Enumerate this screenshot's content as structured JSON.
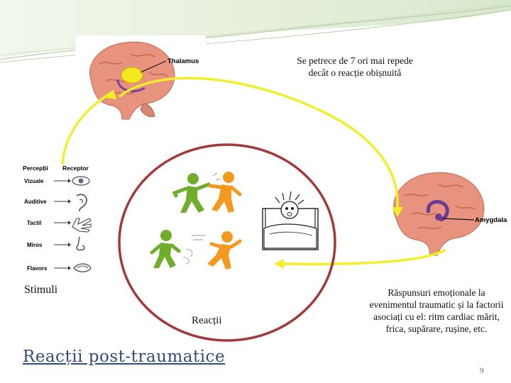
{
  "diagram": {
    "thalamus_label": "Thalamus",
    "amygdala_label": "Amygdala",
    "note": "Se petrece de 7 ori mai repede decât o reacție obișnuită",
    "sense_table": {
      "col_perception": "Percepții",
      "col_receptor": "Receptor",
      "rows": [
        "Vizuale",
        "Auditive",
        "Tactil",
        "Miros",
        "Flavors"
      ]
    },
    "stimuli_label": "Stimuli",
    "reactions_label": "Reacții",
    "title": "Reacții post-traumatice",
    "responses": "Răspunsuri emoționale la evenimentul traumatic și la factorii asociați cu el: ritm cardiac mărit, frica, supărare, rușine, etc.",
    "page_number": "9"
  },
  "colors": {
    "arrow": "#f2ee2a",
    "circle": "#a23a3a",
    "title": "#2e4e7a",
    "figure_green": "#6fae2a",
    "figure_orange": "#f39a1e"
  }
}
